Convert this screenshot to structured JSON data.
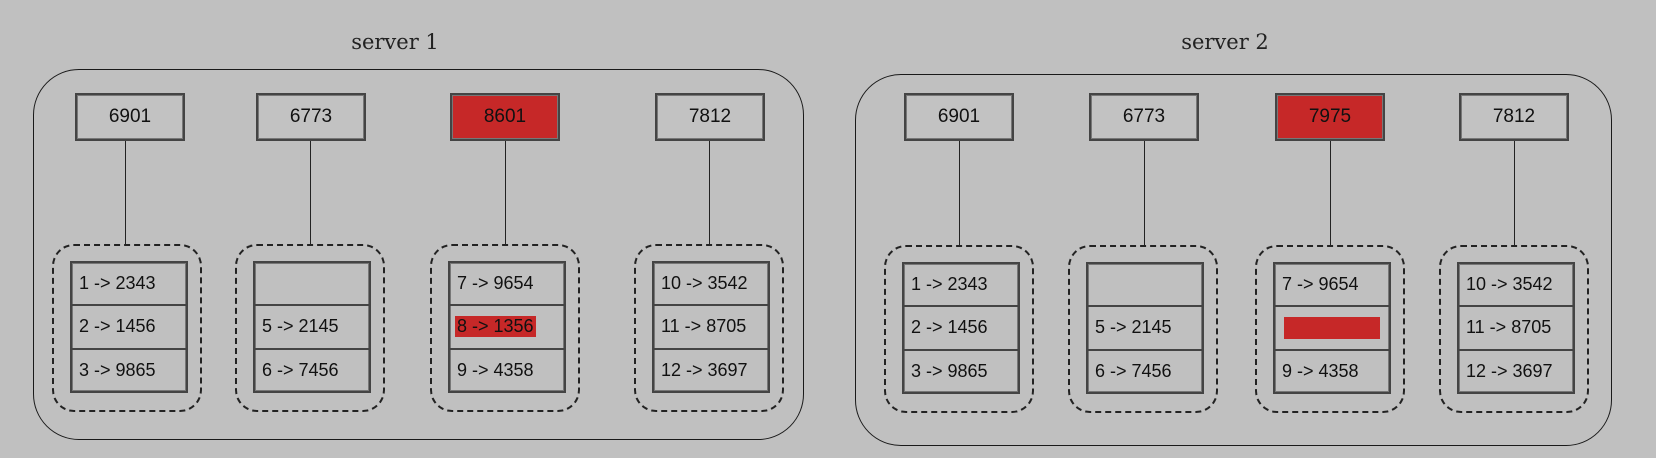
{
  "colors": {
    "background": "#c0c0c0",
    "highlight": "#c62828",
    "stroke": "#222222"
  },
  "servers": [
    {
      "title": "server 1",
      "nodes": [
        {
          "label": "6901",
          "highlight": false,
          "rows": [
            {
              "text": "1 -> 2343",
              "state": "normal"
            },
            {
              "text": "2 -> 1456",
              "state": "normal"
            },
            {
              "text": "3 -> 9865",
              "state": "normal"
            }
          ]
        },
        {
          "label": "6773",
          "highlight": false,
          "rows": [
            {
              "text": "",
              "state": "empty"
            },
            {
              "text": "5 -> 2145",
              "state": "normal"
            },
            {
              "text": "6 -> 7456",
              "state": "normal"
            }
          ]
        },
        {
          "label": "8601",
          "highlight": true,
          "rows": [
            {
              "text": "7 -> 9654",
              "state": "normal"
            },
            {
              "text": "8 -> 1356",
              "state": "highlight"
            },
            {
              "text": "9 -> 4358",
              "state": "normal"
            }
          ]
        },
        {
          "label": "7812",
          "highlight": false,
          "rows": [
            {
              "text": "10 -> 3542",
              "state": "normal"
            },
            {
              "text": "11 -> 8705",
              "state": "normal"
            },
            {
              "text": "12 -> 3697",
              "state": "normal"
            }
          ]
        }
      ]
    },
    {
      "title": "server 2",
      "nodes": [
        {
          "label": "6901",
          "highlight": false,
          "rows": [
            {
              "text": "1 -> 2343",
              "state": "normal"
            },
            {
              "text": "2 -> 1456",
              "state": "normal"
            },
            {
              "text": "3 -> 9865",
              "state": "normal"
            }
          ]
        },
        {
          "label": "6773",
          "highlight": false,
          "rows": [
            {
              "text": "",
              "state": "empty"
            },
            {
              "text": "5 -> 2145",
              "state": "normal"
            },
            {
              "text": "6 -> 7456",
              "state": "normal"
            }
          ]
        },
        {
          "label": "7975",
          "highlight": true,
          "rows": [
            {
              "text": "7 -> 9654",
              "state": "normal"
            },
            {
              "text": "",
              "state": "redacted"
            },
            {
              "text": "9 -> 4358",
              "state": "normal"
            }
          ]
        },
        {
          "label": "7812",
          "highlight": false,
          "rows": [
            {
              "text": "10 -> 3542",
              "state": "normal"
            },
            {
              "text": "11 -> 8705",
              "state": "normal"
            },
            {
              "text": "12 -> 3697",
              "state": "normal"
            }
          ]
        }
      ]
    }
  ]
}
